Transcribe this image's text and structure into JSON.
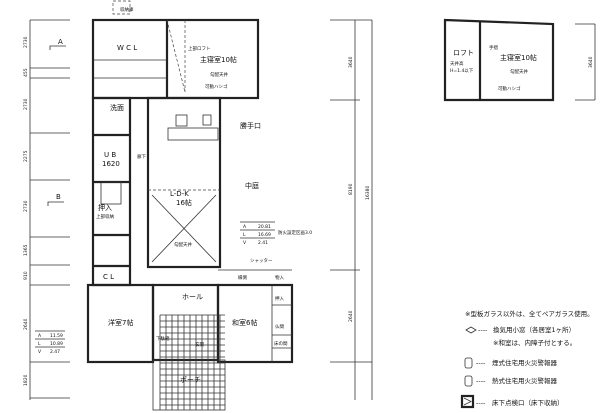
{
  "plan": {
    "rooms": {
      "storage_top": "収納庫",
      "wcl": "W C L",
      "loft_above": "上部ロフト",
      "master_bedroom": "主寝室10帖",
      "master_ceiling": "勾配天井",
      "movable_ladder": "可動ハシゴ",
      "washroom": "洗面",
      "ub": "U B",
      "ub_size": "1620",
      "corridor": "廊下",
      "kitchen_door": "勝手口",
      "courtyard": "中庭",
      "ldk": "L-D-K",
      "ldk_size": "16帖",
      "ldk_ceiling": "勾配天井",
      "closet_upper": "押入",
      "closet_upper_note": "上部収納",
      "cl": "C L",
      "hall": "ホール",
      "western_room": "洋室7帖",
      "japanese_room": "和室6帖",
      "engawa": "縁側",
      "closet_a": "物入",
      "closet_b": "押入",
      "butsuma": "仏間",
      "tokonoma": "床の間",
      "entrance": "玄関",
      "porch": "ポーチ",
      "shoe_storage": "下駄箱"
    },
    "ldk_area": {
      "A": "20.81",
      "L": "16.69",
      "V": "2.41"
    },
    "western_area": {
      "A": "11.59",
      "L": "10.89",
      "V": "2.47"
    },
    "area_labels": {
      "A": "A",
      "L": "L",
      "V": "V"
    },
    "section_marks": [
      "A",
      "B"
    ],
    "left_dimensions": [
      "2730",
      "455",
      "2730",
      "2275",
      "2730",
      "1365",
      "910",
      "2640",
      "1820"
    ],
    "center_dimensions": [
      "3640",
      "8190",
      "16380",
      "2640"
    ],
    "shutter_note": "シャッター",
    "fire_note": "防火設定区画3.0"
  },
  "loft_plan": {
    "loft": "ロフト",
    "loft_note1": "天井高",
    "loft_note2": "H=1.4以下",
    "handrail": "手摺",
    "master_bedroom": "主寝室10帖",
    "ceiling": "勾配天井",
    "ladder": "可動ハシゴ",
    "dimension": "3640"
  },
  "legend": {
    "note_glass": "※型板ガラス以外は、全てペアガラス使用。",
    "vent_window": "換気用小窓（各居室1ヶ所）",
    "note_washitsu": "※和室は、内障子付とする。",
    "smoke_detector": "煙式住宅用火災警報器",
    "heat_detector": "熱式住宅用火災警報器",
    "underfloor_hatch": "床下点検口（床下収納）"
  }
}
